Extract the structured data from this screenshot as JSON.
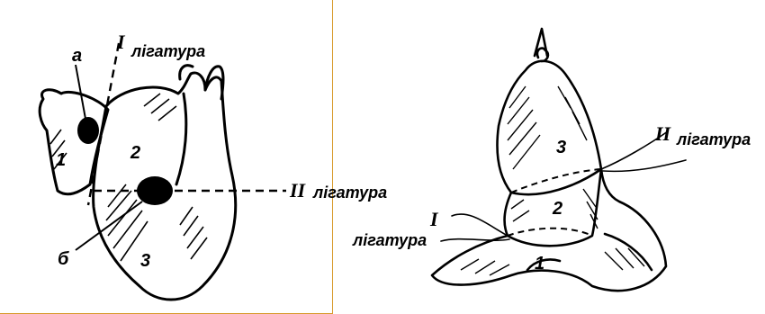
{
  "left_figure": {
    "label_a": "a",
    "label_b": "б",
    "num_1": "1",
    "num_2": "2",
    "num_3": "3",
    "ligature_1_numeral": "I",
    "ligature_1_text": "лігатура",
    "ligature_2_numeral": "II",
    "ligature_2_text": "лігатура"
  },
  "right_figure": {
    "num_1": "1",
    "num_2": "2",
    "num_3": "3",
    "ligature_1_numeral": "I",
    "ligature_1_text": "лігатура",
    "ligature_2_numeral": "II",
    "ligature_2_text": "лігатура"
  },
  "colors": {
    "frame": "#d89a2b",
    "ink": "#000000"
  }
}
